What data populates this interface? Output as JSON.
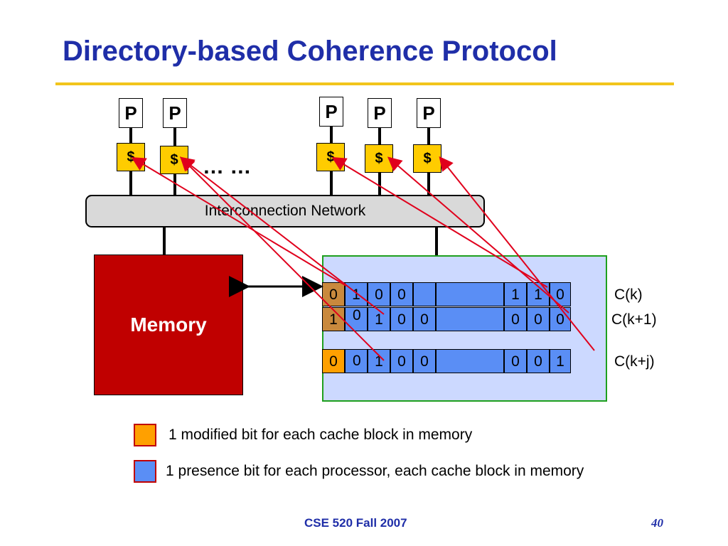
{
  "title": "Directory-based Coherence Protocol",
  "processors": [
    "P",
    "P",
    "P",
    "P",
    "P"
  ],
  "caches": [
    "$",
    "$",
    "$",
    "$",
    "$"
  ],
  "ellipsis": "… …",
  "network_label": "Interconnection Network",
  "memory_label": "Memory",
  "directory": {
    "rows": [
      {
        "label": "C(k)",
        "modified": "0",
        "bits": [
          "1",
          "0",
          "0",
          "",
          "",
          "1",
          "1",
          "0"
        ]
      },
      {
        "label": "C(k+1)",
        "modified": "1",
        "bits": [
          "",
          "1",
          "0",
          "0",
          "",
          "0",
          "0",
          "0"
        ]
      },
      {
        "label": "C(k+j)",
        "modified": "0",
        "bits": [
          "",
          "1",
          "0",
          "0",
          "",
          "0",
          "0",
          "1"
        ]
      }
    ],
    "overlap_digits": [
      "0",
      "0"
    ]
  },
  "legend": [
    {
      "text": "1 modified bit for each cache block in memory",
      "color": "#ffa000"
    },
    {
      "text": "1 presence bit for each processor, each cache block in memory",
      "color": "#5a8ef5"
    }
  ],
  "footer": "CSE 520 Fall 2007",
  "page_number": "40",
  "colors": {
    "title": "#1f2ea8",
    "rule": "#f2c51c",
    "memory": "#c00000",
    "cache": "#ffcc00",
    "presence": "#5a8ef5",
    "modified": "#ffa000",
    "arrows": "#e0001c"
  }
}
